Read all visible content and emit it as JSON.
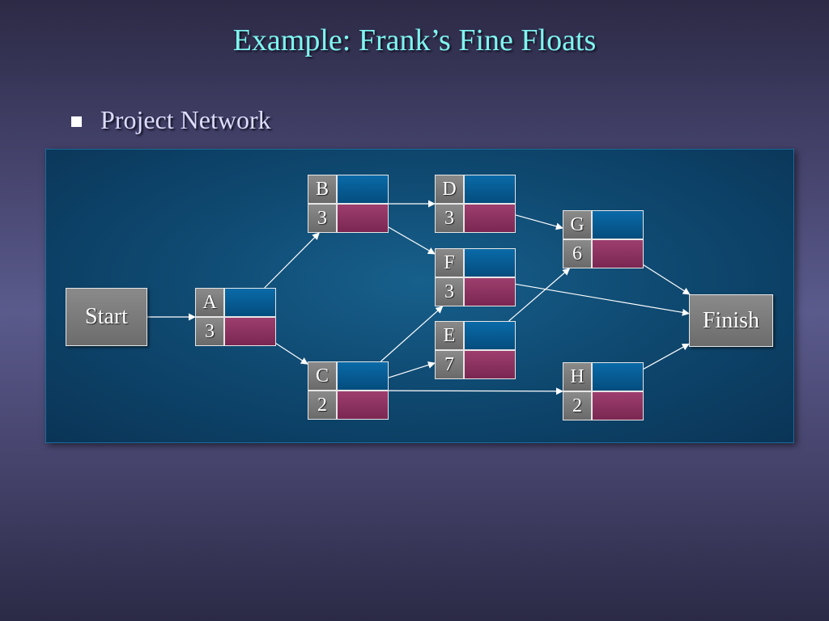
{
  "slide": {
    "title": "Example:  Frank’s Fine Floats",
    "bullet": "Project Network"
  },
  "network": {
    "start_label": "Start",
    "finish_label": "Finish",
    "activities": [
      {
        "id": "A",
        "duration": "3"
      },
      {
        "id": "B",
        "duration": "3"
      },
      {
        "id": "C",
        "duration": "2"
      },
      {
        "id": "D",
        "duration": "3"
      },
      {
        "id": "E",
        "duration": "7"
      },
      {
        "id": "F",
        "duration": "3"
      },
      {
        "id": "G",
        "duration": "6"
      },
      {
        "id": "H",
        "duration": "2"
      }
    ],
    "edges": [
      [
        "Start",
        "A"
      ],
      [
        "A",
        "B"
      ],
      [
        "A",
        "C"
      ],
      [
        "B",
        "D"
      ],
      [
        "B",
        "F"
      ],
      [
        "C",
        "F"
      ],
      [
        "C",
        "E"
      ],
      [
        "C",
        "H"
      ],
      [
        "D",
        "G"
      ],
      [
        "E",
        "G"
      ],
      [
        "F",
        "Finish"
      ],
      [
        "G",
        "Finish"
      ],
      [
        "H",
        "Finish"
      ]
    ]
  },
  "colors": {
    "title": "#7ff5f0",
    "panel": "#0f4a72",
    "cell_blue": "#05588f",
    "cell_maroon": "#8a3160",
    "cell_gray": "#7a7a7a",
    "arrow": "#ffffff"
  }
}
